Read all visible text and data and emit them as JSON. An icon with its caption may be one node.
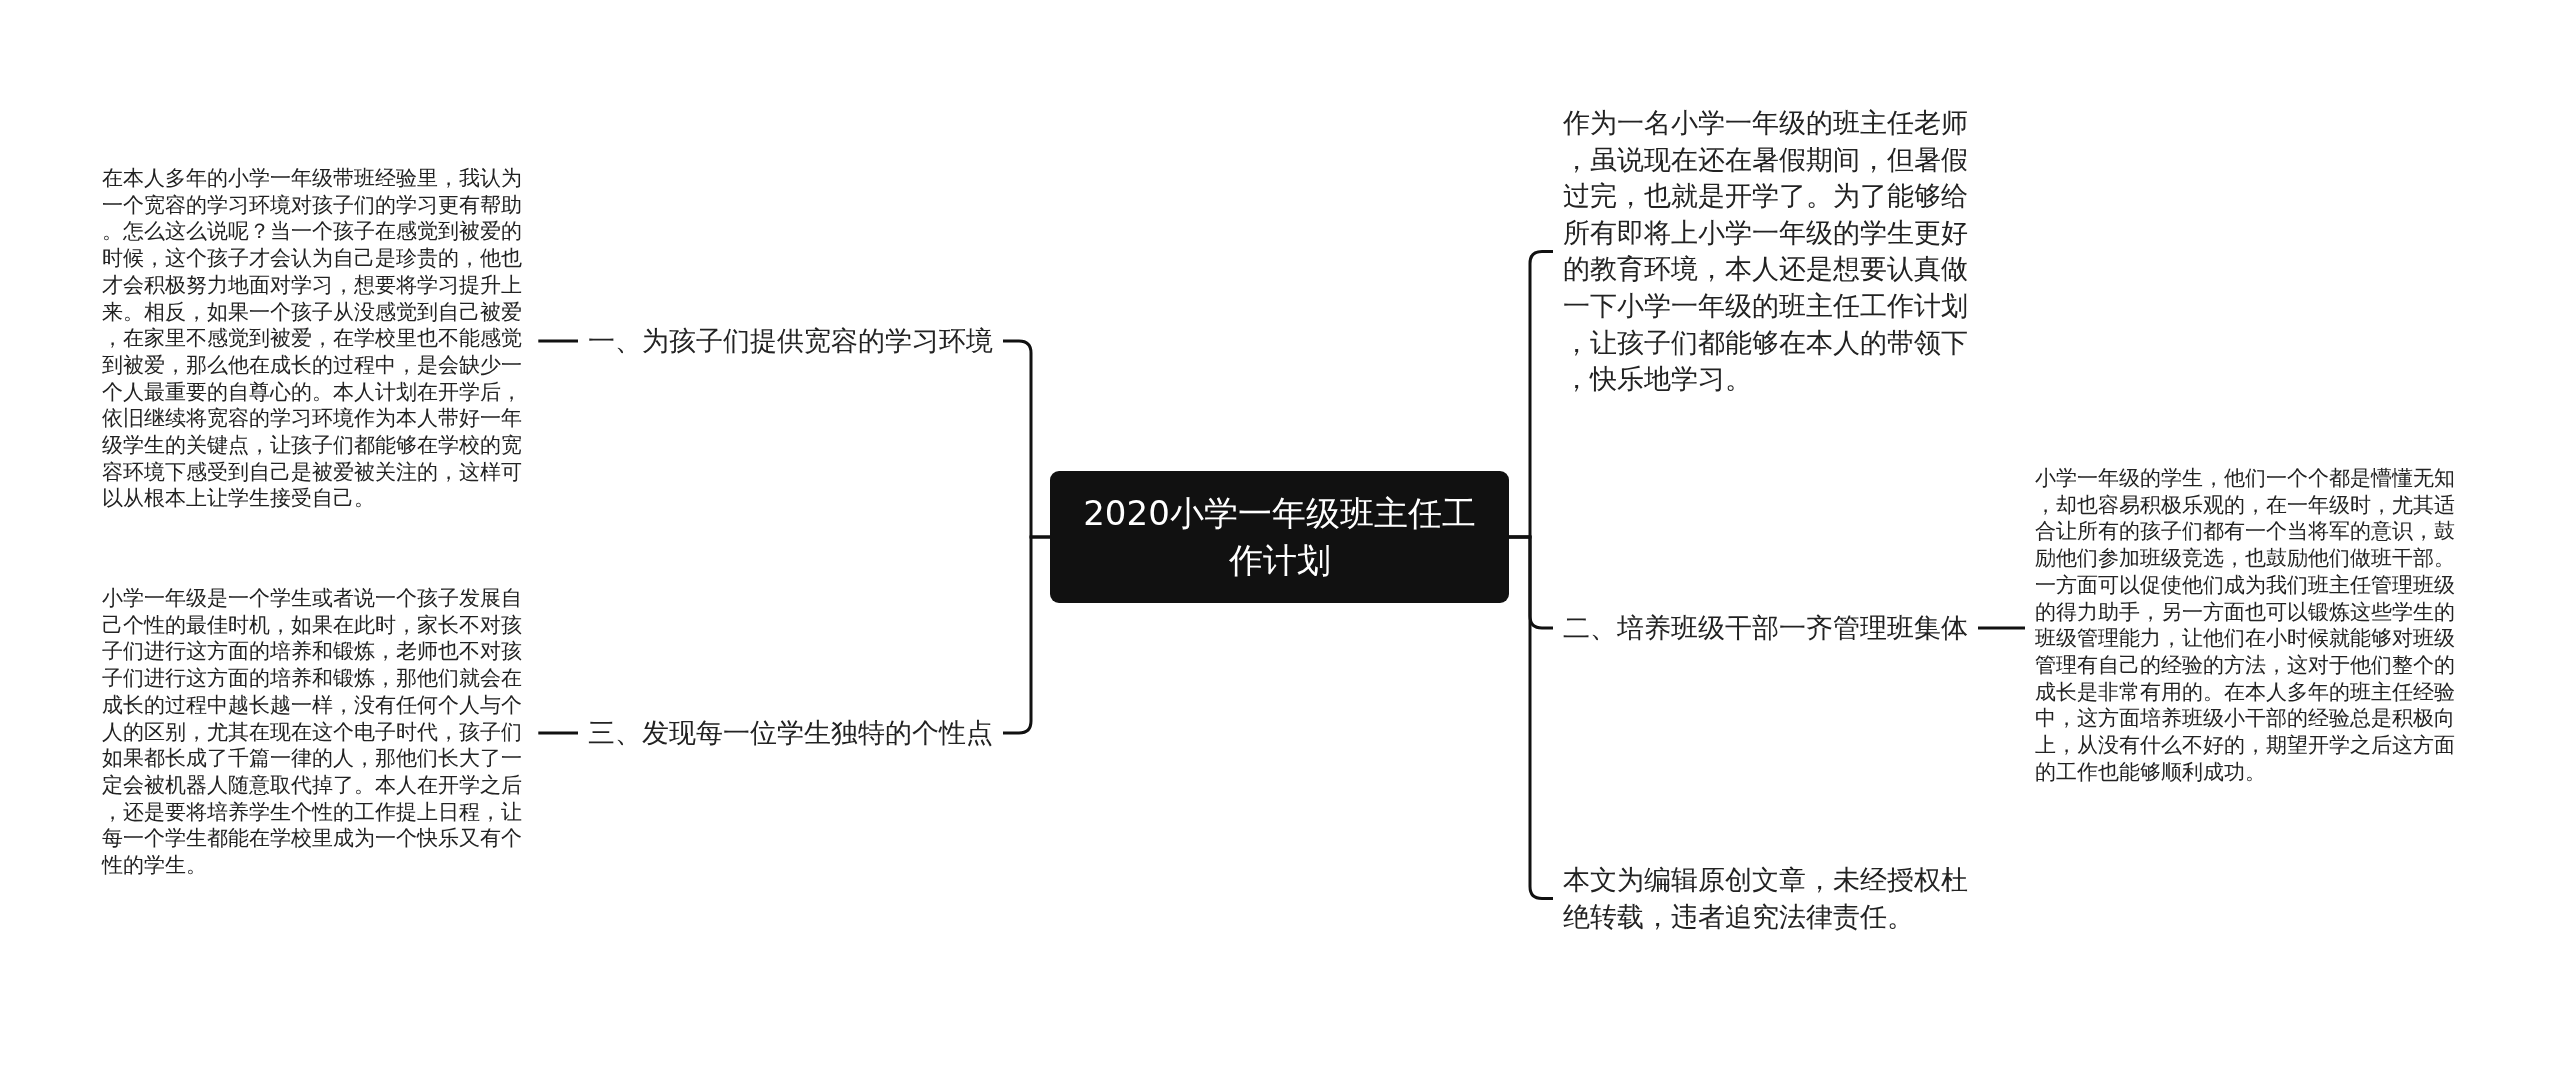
{
  "diagram": {
    "nodes": [
      {
        "text": [
          "2020小学一年级班主任工作计划"
        ]
      },
      {
        "text": [
          "一、为孩子们提供宽容的学习环境"
        ]
      },
      {
        "text": [
          "在本人多年的小学一年级带班经验里，我认为一个宽容的学习环境对孩子们的学习更有帮助。怎么这么说呢？当一个孩子在感觉到被爱的时候，这个孩子才会认为自己是珍贵的，他也才会积极努力地面对学习，想要将学习提升上来。相反，如果一个孩子从没感觉到自己被爱，在家里不感觉到被爱，在学校里也不能感觉到被爱，那么他在成长的过程中，是会缺少一个人最重要的自尊心的。本人计划在开学后，依旧继续将宽容的学习环境作为本人带好一年级学生的关键点，让孩子们都能够在学校的宽容环境下感受到自己是被爱被关注的，这样可以从根本上让学生接受自己。"
        ]
      },
      {
        "text": [
          "三、发现每一位学生独特的个性点"
        ]
      },
      {
        "text": [
          "小学一年级是一个学生或者说一个孩子发展自己个性的最佳时机，如果在此时，家长不对孩子们进行这方面的培养和锻炼，老师也不对孩子们进行这方面的培养和锻炼，那他们就会在成长的过程中越长越一样，没有任何个人与个人的区别，尤其在现在这个电子时代，孩子们如果都长成了千篇一律的人，那他们长大了一定会被机器人随意取代掉了。本人在开学之后，还是要将培养学生个性的工作提上日程，让每一个学生都能在学校里成为一个快乐又有个性的学生。"
        ]
      },
      {
        "text": [
          "作为一名小学一年级的班主任老师，虽说现在还在暑假期间，但暑假过完，也就是开学了。为了能够给所有即将上小学一年级的学生更好的教育环境，本人还是想要认真做一下小学一年级的班主任工作计划，让孩子们都能够在本人的带领下，快乐地学习。"
        ]
      },
      {
        "text": [
          "二、培养班级干部一齐管理班集体"
        ]
      },
      {
        "text": [
          "小学一年级的学生，他们一个个都是懵懂无知，却也容易积极乐观的，在一年级时，尤其适合让所有的孩子们都有一个当将军的意识，鼓励他们参加班级竞选，也鼓励他们做班干部。一方面可以促使他们成为我们班主任管理班级的得力助手，另一方面也可以锻炼这些学生的班级管理能力，让他们在小时候就能够对班级管理有自己的经验的方法，这对于他们整个的成长是非常有用的。在本人多年的班主任经验中，这方面培养班级小干部的经验总是积极向上，从没有什么不好的，期望开学之后这方面的工作也能够顺利成功。"
        ]
      },
      {
        "text": [
          "本文为编辑原创文章，未经授权杜绝转载，违者追究法律责任。"
        ]
      }
    ],
    "edges": [
      {
        "from": 0,
        "to": 1,
        "arrow": "none"
      },
      {
        "from": 1,
        "to": 2,
        "arrow": "none"
      },
      {
        "from": 0,
        "to": 3,
        "arrow": "none"
      },
      {
        "from": 3,
        "to": 4,
        "arrow": "none"
      },
      {
        "from": 0,
        "to": 5,
        "arrow": "none"
      },
      {
        "from": 0,
        "to": 6,
        "arrow": "none"
      },
      {
        "from": 6,
        "to": 7,
        "arrow": "none"
      },
      {
        "from": 0,
        "to": 8,
        "arrow": "none"
      }
    ]
  }
}
